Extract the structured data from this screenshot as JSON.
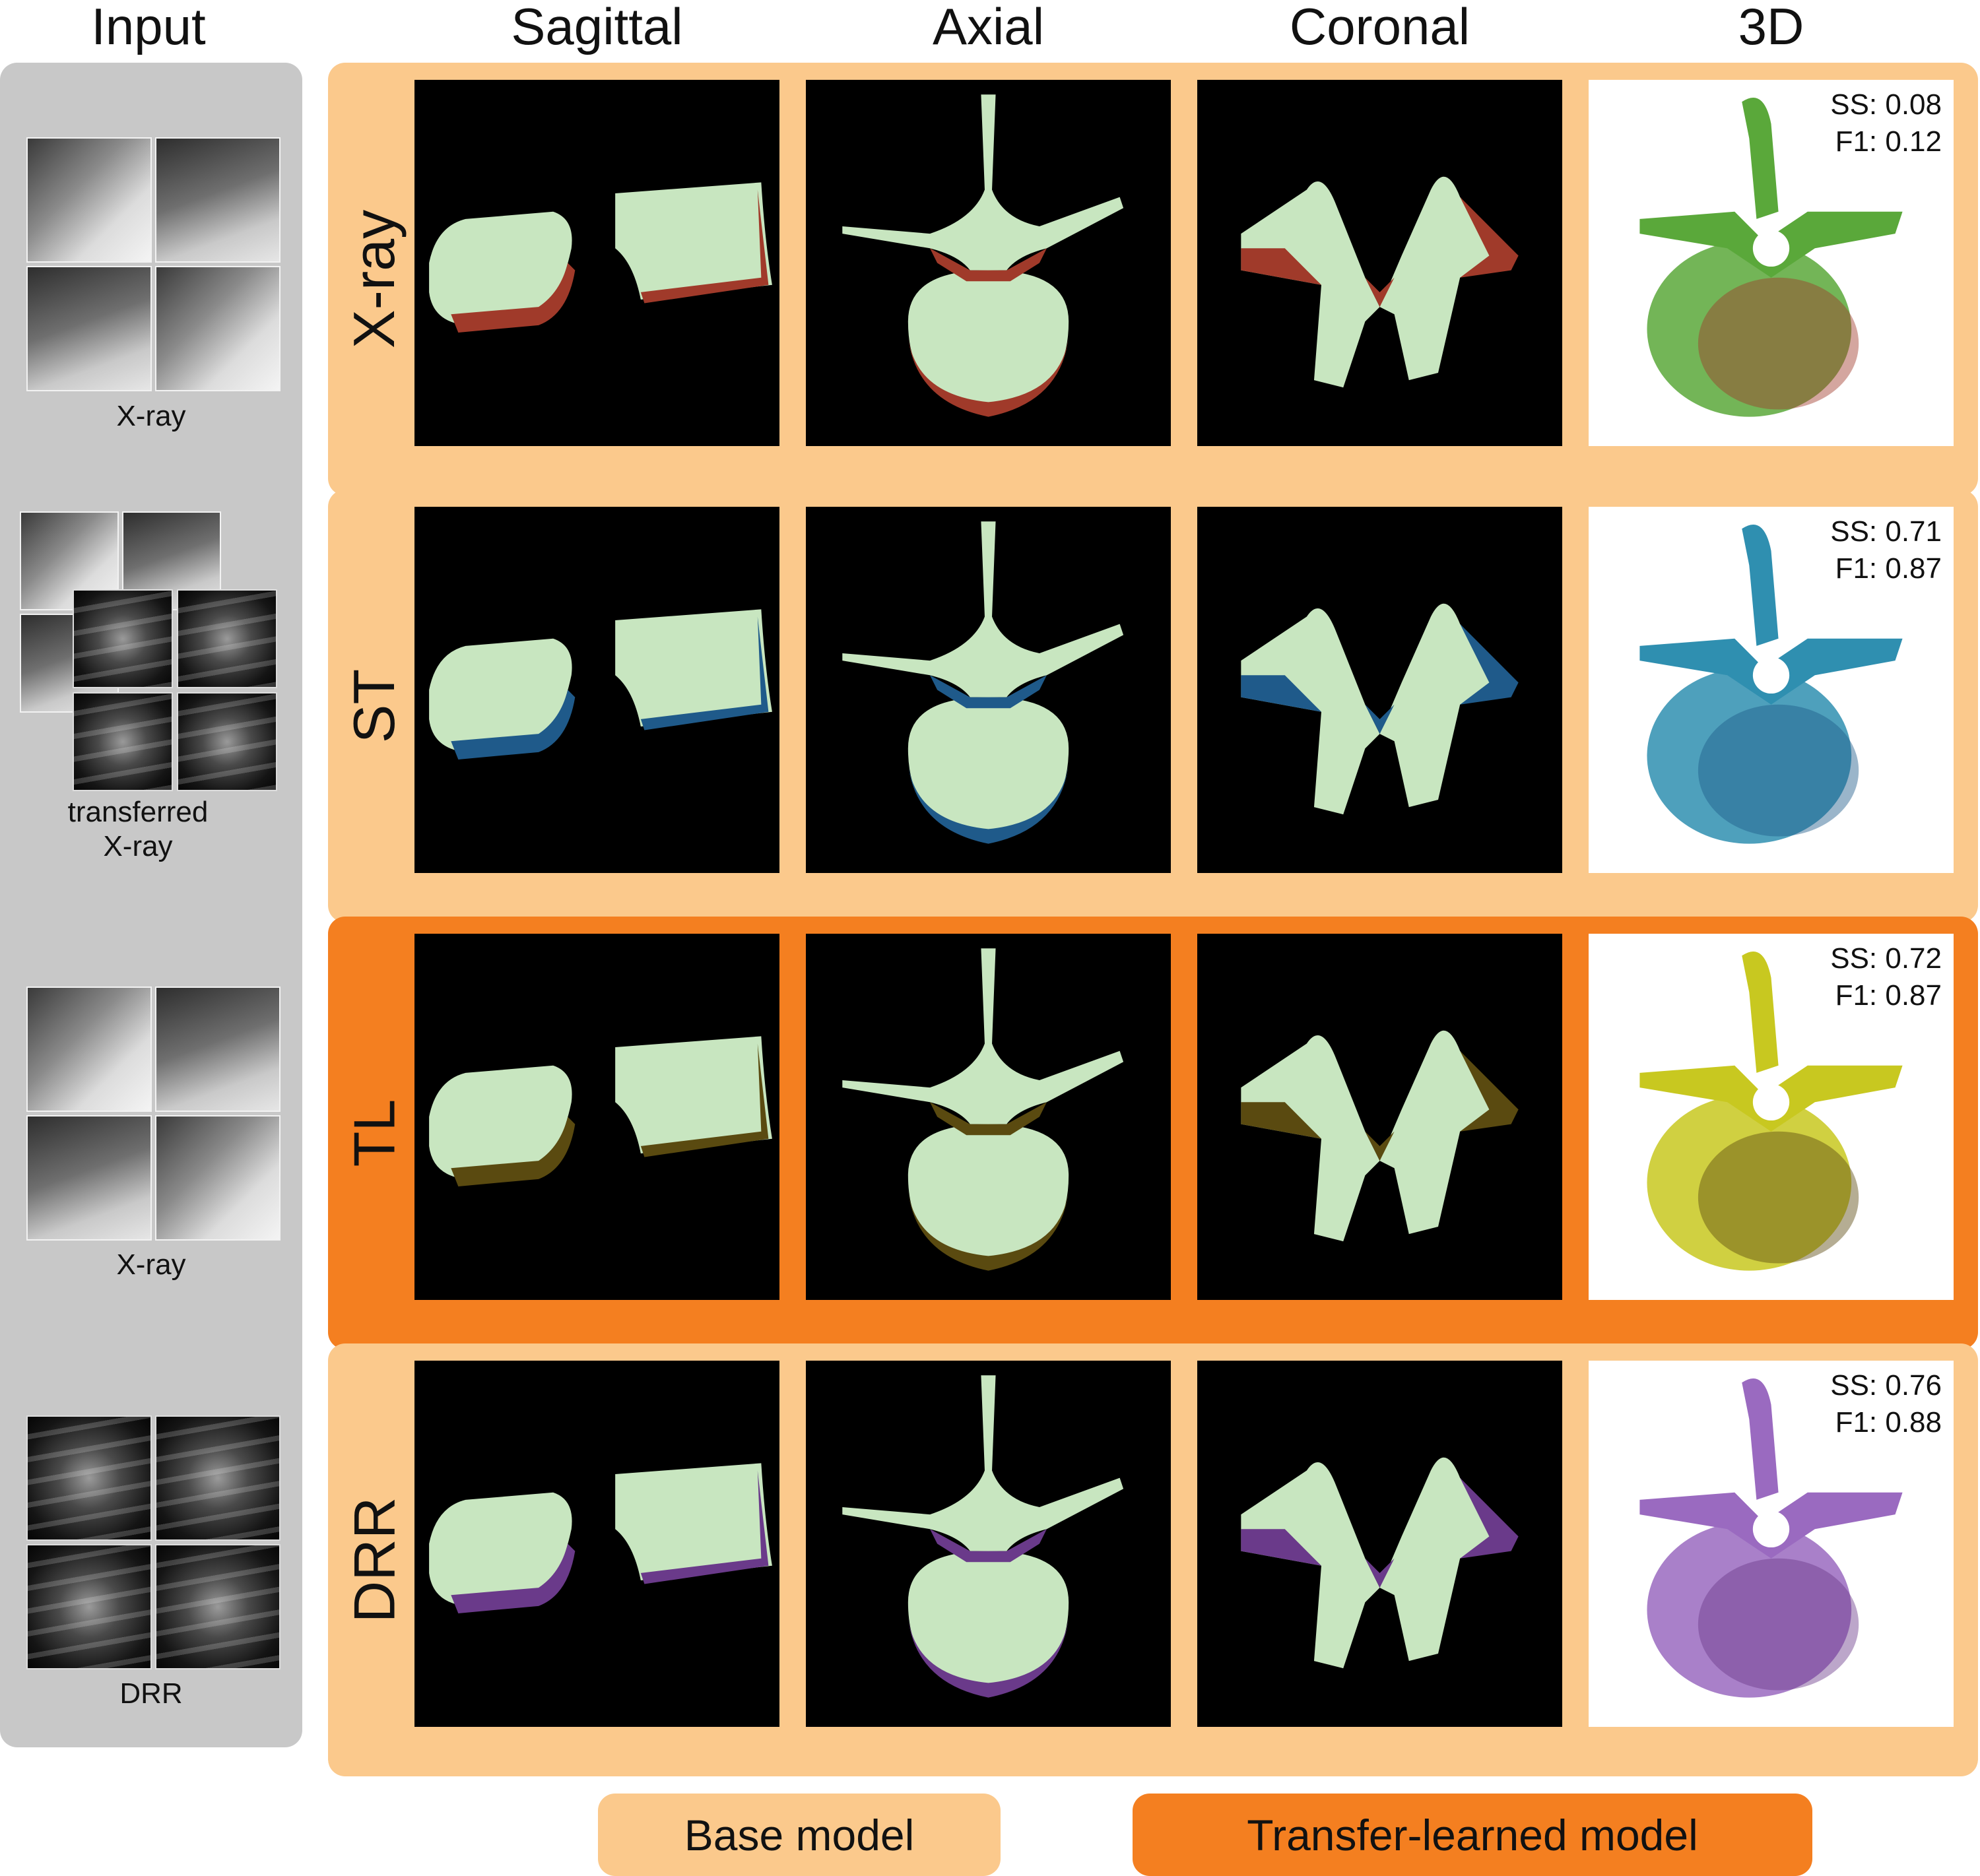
{
  "column_headers": {
    "input": "Input",
    "sagittal": "Sagittal",
    "axial": "Axial",
    "coronal": "Coronal",
    "view_3d": "3D"
  },
  "input_captions": {
    "xray_1": "X-ray",
    "transferred_line1": "transferred",
    "transferred_line2": "X-ray",
    "xray_2": "X-ray",
    "drr": "DRR"
  },
  "rows": [
    {
      "label": "X-ray",
      "panel": "base",
      "overlay_color": "#a03a2a",
      "mesh_color": "#5aa83a",
      "ss": "SS: 0.08",
      "f1": "F1: 0.12"
    },
    {
      "label": "ST",
      "panel": "base",
      "overlay_color": "#1f5a8a",
      "mesh_color": "#2f8fb0",
      "ss": "SS: 0.71",
      "f1": "F1: 0.87"
    },
    {
      "label": "TL",
      "panel": "tl",
      "overlay_color": "#5a4a10",
      "mesh_color": "#c8c820",
      "ss": "SS: 0.72",
      "f1": "F1: 0.87"
    },
    {
      "label": "DRR",
      "panel": "base",
      "overlay_color": "#6a3a8a",
      "mesh_color": "#9a6ac0",
      "ss": "SS: 0.76",
      "f1": "F1: 0.88"
    }
  ],
  "legend": {
    "base_label": "Base model",
    "tl_label": "Transfer-learned model"
  },
  "colors": {
    "base_panel": "#fbc98c",
    "tl_panel": "#f47f20",
    "input_panel": "#c8c8c8",
    "ground_truth": "#c8e6c0"
  }
}
